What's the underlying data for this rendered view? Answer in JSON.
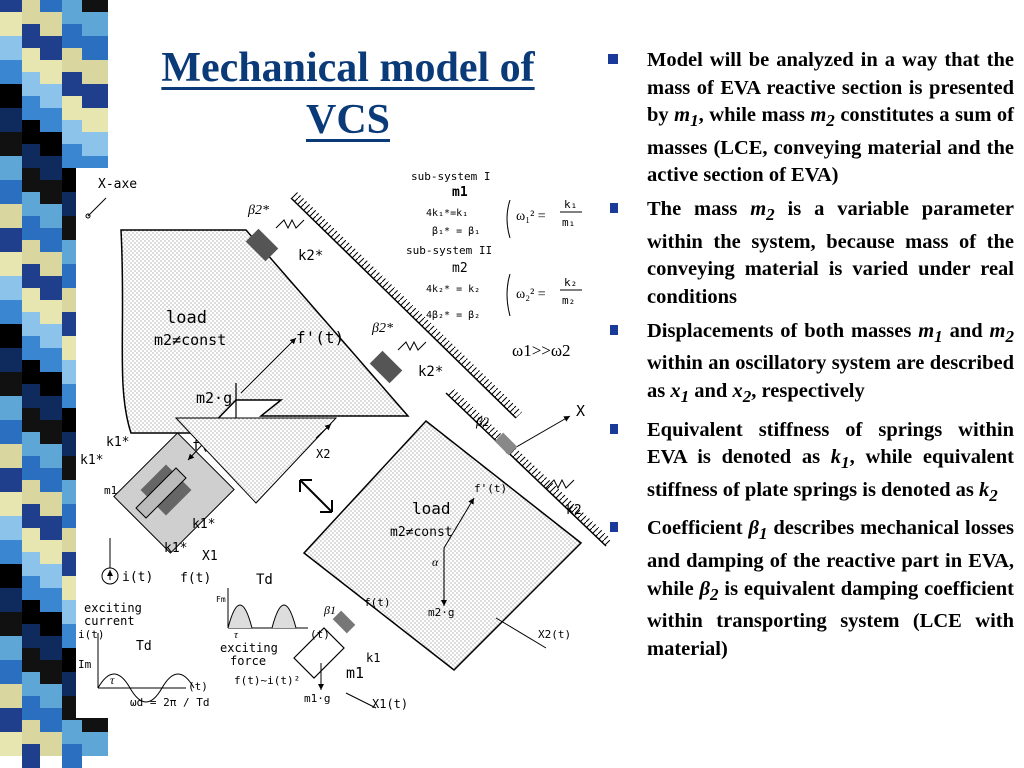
{
  "slide": {
    "title_line1": "Mechanical model of",
    "title_line2": "VCS",
    "bullets": [
      {
        "pre": "Model will be analyzed in a way that the mass of EVA reactive section is presented by ",
        "v1": "m",
        "s1": "1",
        "mid": ", while mass ",
        "v2": "m",
        "s2": "2",
        "post": " constitutes a sum of masses (LCE, conveying material and the active section of EVA)"
      },
      {
        "pre": "The mass ",
        "v1": "m",
        "s1": "2",
        "mid": " is a variable parameter within the system, because mass of the conveying material is varied under real conditions",
        "v2": "",
        "s2": "",
        "post": ""
      },
      {
        "pre": " Displacements of both masses ",
        "v1": "m",
        "s1": "1",
        "mid": " and ",
        "v2": "m",
        "s2": "2",
        "post": " within an oscillatory system are described as ",
        "v3": "x",
        "s3": "1",
        "mid2": " and ",
        "v4": "x",
        "s4": "2",
        "post2": ", respectively"
      },
      {
        "pre": "Equivalent stiffness of springs within EVA is denoted as ",
        "v1": "k",
        "s1": "1",
        "mid": ", while equivalent stiffness of plate springs is denoted as ",
        "v2": "k",
        "s2": "2",
        "post": ""
      },
      {
        "pre": "Coefficient ",
        "v1": "β",
        "s1": "1",
        "mid": " describes mechanical losses and damping of the reactive part in EVA, while ",
        "v2": "β",
        "s2": "2",
        "post": " is equivalent damping coefficient within transporting system (LCE with material)"
      }
    ]
  },
  "figure": {
    "x_axe": "X-axe",
    "subsystem1": "sub-system I",
    "subsystem2": "sub-system II",
    "m1": "m1",
    "m2": "m2",
    "omega_rel": "ω1>>ω2",
    "load": "load",
    "m2_const": "m2≠const",
    "f_t": "f(t)",
    "f_prime": "f'(t)",
    "mg": "m2·g",
    "m1g": "m1·g",
    "k1": "k1",
    "k2": "k2",
    "k1_star": "k1*",
    "k2_star": "k2*",
    "beta1": "β1",
    "beta2": "β2",
    "beta2_star": "β2*",
    "x1": "X1",
    "x2": "X2",
    "x1t": "X1(t)",
    "x2t": "X2(t)",
    "X": "X",
    "alpha": "α",
    "i_t": "i(t)",
    "exciting_current_1": "exciting",
    "exciting_current_2": "current",
    "exciting_force_1": "exciting",
    "exciting_force_2": "force",
    "f_approx": "f(t)~i(t)²",
    "Td": "Td",
    "tau": "τ",
    "Fm": "Fm",
    "Im": "Im",
    "t": "(t)",
    "omega_d": "ωd = 2π / Td"
  },
  "colors": {
    "title": "#0b3a78",
    "bullet": "#1a3a9a"
  }
}
